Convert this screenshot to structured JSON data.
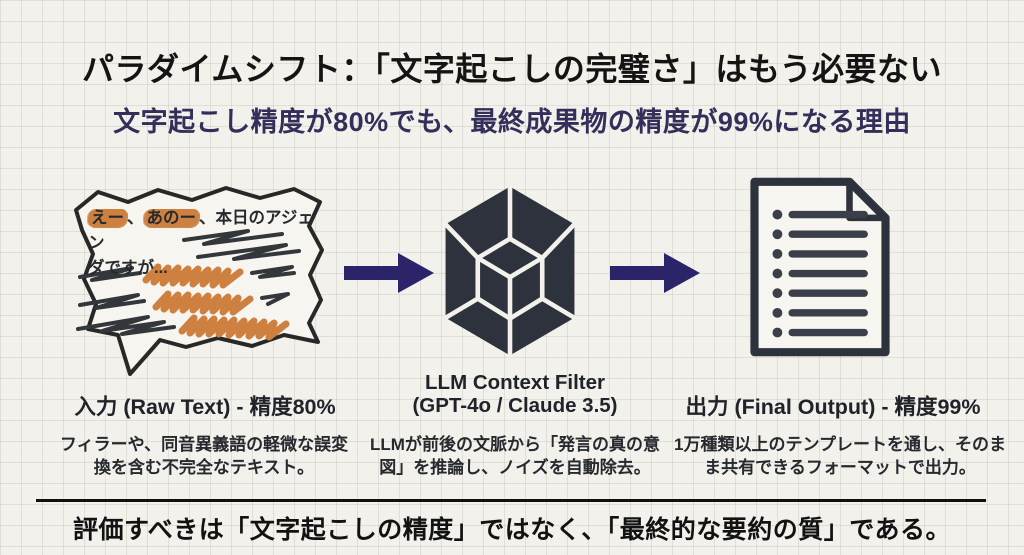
{
  "colors": {
    "background": "#f2f1eb",
    "grid_line": "#b6b3a6",
    "title_text": "#141414",
    "subtitle_text": "#332f5a",
    "arrow": "#2b2468",
    "icon_dark": "#2d323d",
    "marker_orange": "#cd8040",
    "scribble_dark": "#33363a"
  },
  "icons": {
    "input": "speech-bubble-sketch-icon",
    "filter": "hexagon-cube-icon",
    "output": "document-list-icon",
    "flow": "arrow-right-icon"
  },
  "header": {
    "title": "パラダイムシフト：「文字起こしの完璧さ」はもう必要ない",
    "subtitle": "文字起こし精度が80%でも、最終成果物の精度が99%になる理由"
  },
  "flow": {
    "input": {
      "bubble_line1_segments": [
        {
          "text": "えー",
          "highlight": true
        },
        {
          "text": "、",
          "highlight": false
        },
        {
          "text": "あのー",
          "highlight": true
        },
        {
          "text": "、本日のアジェン",
          "highlight": false
        }
      ],
      "bubble_line2": "ダですが...",
      "label": "入力 (Raw Text) - 精度80%",
      "description": "フィラーや、同音異義語の軽微な誤変換を含む不完全なテキスト。"
    },
    "filter": {
      "label_line1": "LLM Context Filter",
      "label_line2": "(GPT-4o / Claude 3.5)",
      "description": "LLMが前後の文脈から「発言の真の意図」を推論し、ノイズを自動除去。"
    },
    "output": {
      "label": "出力 (Final Output) - 精度99%",
      "description": "1万種類以上のテンプレートを通し、そのまま共有できるフォーマットで出力。"
    }
  },
  "footer": {
    "statement": "評価すべきは「文字起こしの精度」ではなく、「最終的な要約の質」である。"
  }
}
